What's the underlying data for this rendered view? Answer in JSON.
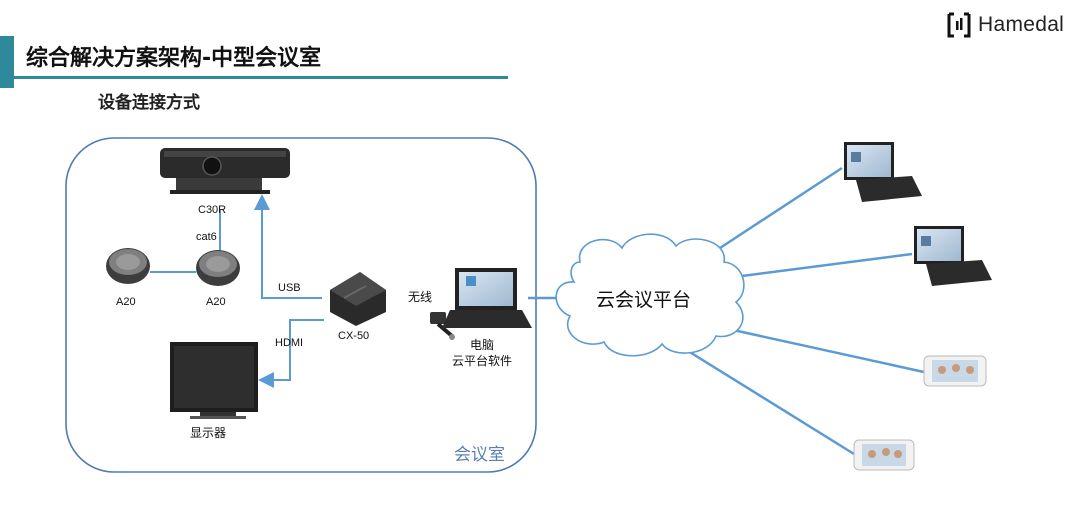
{
  "header": {
    "title": "综合解决方案架构-中型会议室",
    "subtitle": "设备连接方式",
    "logo_text": "Hamedal"
  },
  "devices": {
    "camera": "C30R",
    "cable": "cat6",
    "speaker_left": "A20",
    "speaker_right": "A20",
    "usb": "USB",
    "hub": "CX-50",
    "hdmi": "HDMI",
    "display": "显示器",
    "wireless": "无线",
    "pc_line1": "电脑",
    "pc_line2": "云平台软件",
    "room": "会议室"
  },
  "cloud": {
    "label": "云会议平台"
  },
  "colors": {
    "accent": "#2e8a9a",
    "line": "#5b9bd5",
    "room_border": "#4f7bb3"
  }
}
